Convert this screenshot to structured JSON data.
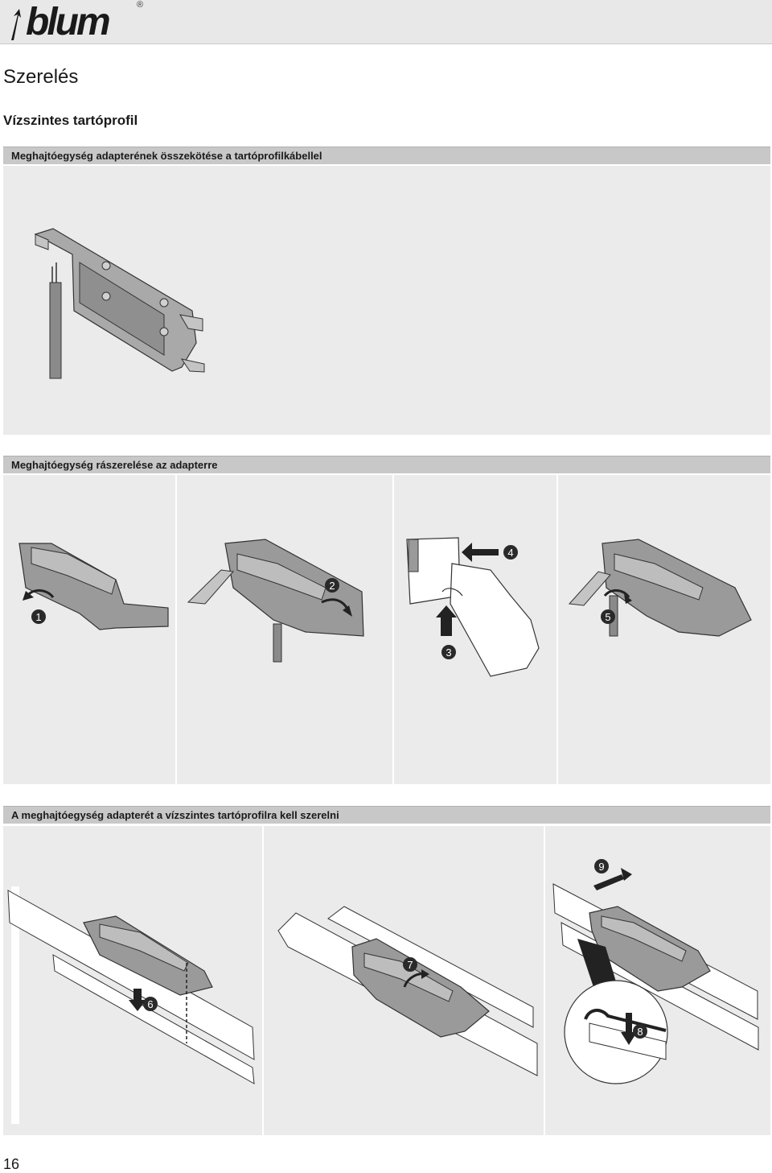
{
  "brand": {
    "name": "blum",
    "registered": "®"
  },
  "page": {
    "title": "Szerelés",
    "section": "Vízszintes tartóprofil",
    "number": "16"
  },
  "sections": [
    {
      "heading": "Meghajtóegység adapterének összekötése a tartóprofilkábellel"
    },
    {
      "heading": "Meghajtóegység rászerelése az adapterre"
    },
    {
      "heading": "A meghajtóegység adapterét a vízszintes tartóprofilra kell szerelni"
    }
  ],
  "steps": [
    "1",
    "2",
    "3",
    "4",
    "5",
    "6",
    "7",
    "8",
    "9"
  ],
  "colors": {
    "panel_bg": "#ebebeb",
    "bar_bg": "#c8c8c8",
    "part_gray": "#8a8a8a",
    "badge": "#2a2a2a"
  }
}
